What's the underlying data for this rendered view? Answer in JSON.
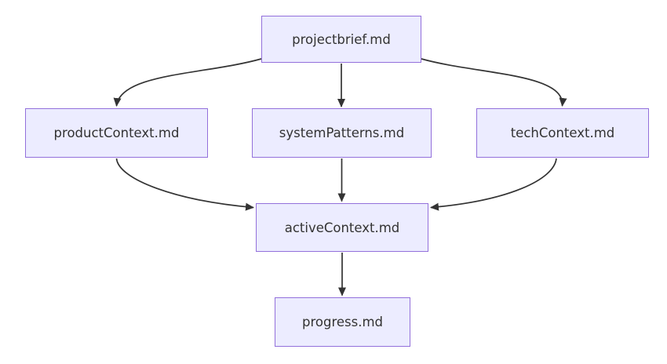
{
  "diagram": {
    "type": "flowchart",
    "direction": "top-down",
    "colors": {
      "node_fill": "#ececff",
      "node_border": "#9370db",
      "text_color": "#333333",
      "arrow_color": "#333333",
      "background": "#ffffff"
    },
    "nodes": [
      {
        "id": "projectbrief",
        "label": "projectbrief.md"
      },
      {
        "id": "productContext",
        "label": "productContext.md"
      },
      {
        "id": "systemPatterns",
        "label": "systemPatterns.md"
      },
      {
        "id": "techContext",
        "label": "techContext.md"
      },
      {
        "id": "activeContext",
        "label": "activeContext.md"
      },
      {
        "id": "progress",
        "label": "progress.md"
      }
    ],
    "edges": [
      {
        "from": "projectbrief",
        "to": "productContext"
      },
      {
        "from": "projectbrief",
        "to": "systemPatterns"
      },
      {
        "from": "projectbrief",
        "to": "techContext"
      },
      {
        "from": "productContext",
        "to": "activeContext"
      },
      {
        "from": "systemPatterns",
        "to": "activeContext"
      },
      {
        "from": "techContext",
        "to": "activeContext"
      },
      {
        "from": "activeContext",
        "to": "progress"
      }
    ]
  }
}
